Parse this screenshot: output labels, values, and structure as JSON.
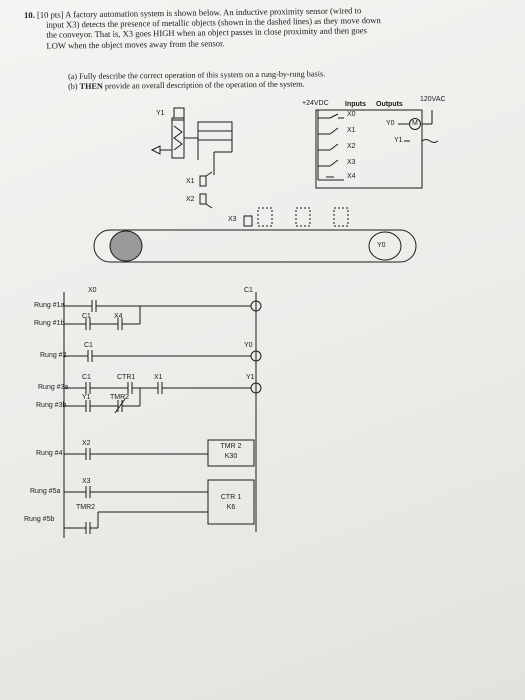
{
  "problem": {
    "number": "10.",
    "points": "[10 pts]",
    "intro_lines": [
      "A factory automation system is shown below.  An inductive proximity sensor (wired to",
      "input X3) detects the presence of metallic objects (shown in the dashed lines) as they move down",
      "the conveyor. That is, X3 goes HIGH when an object passes in close proximity and then goes",
      "LOW when the object moves away from the sensor."
    ],
    "part_a": "(a) Fully describe the correct operation of this system on a rung-by-rung basis.",
    "part_b_prefix": "(b) ",
    "part_b_bold": "THEN",
    "part_b_rest": " provide an overall description of the operation of the system."
  },
  "system_diagram": {
    "supply_dc": "+24VDC",
    "inputs_header": "Inputs",
    "outputs_header": "Outputs",
    "supply_ac": "120VAC",
    "input_labels": [
      "X0",
      "X1",
      "X2",
      "X3",
      "X4"
    ],
    "output_labels": [
      "Y0",
      "Y1"
    ],
    "motor_symbol": "M",
    "cylinder_label": "Y1",
    "limit_switch_labels": [
      "X1",
      "X2"
    ],
    "sensor_label": "X3",
    "conveyor_label": "Y0"
  },
  "ladder": {
    "rungs": [
      {
        "name": "Rung #1a",
        "contacts": [
          "X0"
        ],
        "output": "C1"
      },
      {
        "name": "Rung #1b",
        "contacts": [
          "C1",
          "X4"
        ],
        "output": ""
      },
      {
        "name": "Rung #2",
        "contacts": [
          "C1"
        ],
        "output": "Y0"
      },
      {
        "name": "Rung #3a",
        "contacts": [
          "C1",
          "CTR1",
          "X1"
        ],
        "output": "Y1"
      },
      {
        "name": "Rung #3b",
        "contacts": [
          "Y1",
          "TMR2"
        ],
        "output": ""
      },
      {
        "name": "Rung #4",
        "contacts": [
          "X2"
        ],
        "output": "TMR 2",
        "output_sub": "K30"
      },
      {
        "name": "Rung #5a",
        "contacts": [
          "X3"
        ],
        "output": "CTR 1",
        "output_sub": "K6"
      },
      {
        "name": "Rung #5b",
        "contacts": [
          "TMR2"
        ],
        "output": ""
      }
    ]
  },
  "colors": {
    "ink": "#1b1b1b",
    "paper": "#f2f2f0"
  }
}
